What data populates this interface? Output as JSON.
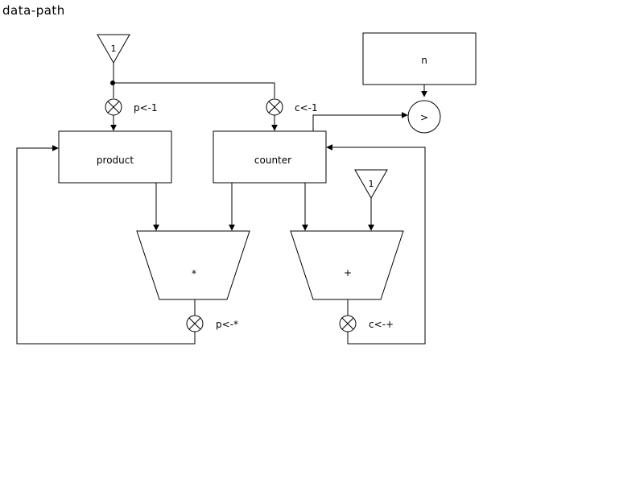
{
  "title": "data-path",
  "constants": {
    "one_top": "1",
    "one_right": "1"
  },
  "registers": {
    "product": "product",
    "counter": "counter",
    "n": "n"
  },
  "alus": {
    "multiply": "*",
    "add": "+"
  },
  "comparator": ">",
  "switches": {
    "p_init": "p<-1",
    "c_init": "c<-1",
    "p_mul": "p<-*",
    "c_add": "c<-+"
  }
}
